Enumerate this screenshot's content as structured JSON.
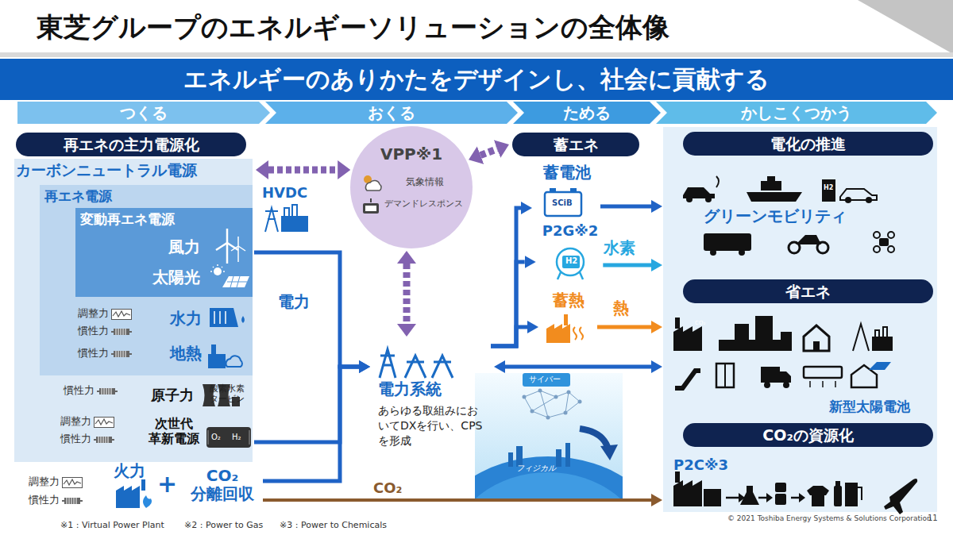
{
  "diagram": {
    "title": "東芝グループのエネルギーソリューションの全体像",
    "nodes": [
      {
        "text": [
          "エネルギーのありかたをデザインし、社会に貢献する"
        ]
      },
      {
        "text": [
          "つくる"
        ]
      },
      {
        "text": [
          "おくる"
        ]
      },
      {
        "text": [
          "ためる"
        ]
      },
      {
        "text": [
          "かしこくつかう"
        ]
      },
      {
        "text": [
          "再エネの主力電源化"
        ]
      },
      {
        "text": [
          "カーボンニュートラル電源"
        ]
      },
      {
        "text": [
          "再エネ電源"
        ],
        "in": 6
      },
      {
        "text": [
          "変動再エネ電源"
        ],
        "in": 7
      },
      {
        "text": [
          "風力"
        ],
        "in": 8
      },
      {
        "text": [
          "太陽光"
        ],
        "in": 8
      },
      {
        "text": [
          "水力"
        ],
        "in": 7
      },
      {
        "text": [
          "地熱"
        ],
        "in": 7
      },
      {
        "text": [
          "原子力"
        ],
        "in": 6
      },
      {
        "text": [
          "次世代 革新電源"
        ],
        "in": 6
      },
      {
        "text": [
          "火力"
        ]
      },
      {
        "text": [
          "CO₂ 分離回収"
        ]
      },
      {
        "text": [
          "VPP※1",
          "気象情報",
          "デマンドレスポンス"
        ]
      },
      {
        "text": [
          "電力系統",
          "あらゆる取組みにおいてDXを行い、CPSを形成"
        ]
      },
      {
        "text": [
          "蓄エネ"
        ]
      },
      {
        "text": [
          "蓄電池"
        ]
      },
      {
        "text": [
          "P2G※2"
        ]
      },
      {
        "text": [
          "蓄熱"
        ]
      },
      {
        "text": [
          "電化の推進"
        ]
      },
      {
        "text": [
          "省エネ"
        ]
      },
      {
        "text": [
          "CO₂の資源化"
        ]
      }
    ],
    "edges": [
      {
        "from": 6,
        "to": 17,
        "arrow": "both"
      },
      {
        "from": 17,
        "to": 19,
        "arrow": "both"
      },
      {
        "from": 17,
        "to": 18,
        "arrow": "both"
      },
      {
        "from": 7,
        "to": 18,
        "arrow": "to",
        "label": "電力"
      },
      {
        "from": 14,
        "to": 18,
        "arrow": "to"
      },
      {
        "from": 16,
        "to": 18,
        "arrow": "to"
      },
      {
        "from": 16,
        "to": 25,
        "arrow": "to",
        "label": "CO₂"
      },
      {
        "from": 18,
        "to": 20,
        "arrow": "to"
      },
      {
        "from": 18,
        "to": 21,
        "arrow": "to"
      },
      {
        "from": 18,
        "to": 22,
        "arrow": "to"
      },
      {
        "from": 20,
        "to": 23,
        "arrow": "to"
      },
      {
        "from": 21,
        "to": 23,
        "arrow": "to",
        "label": "水素"
      },
      {
        "from": 22,
        "to": 24,
        "arrow": "to",
        "label": "熱"
      },
      {
        "from": 18,
        "to": 24,
        "arrow": "both"
      }
    ],
    "labels": [
      "調整力",
      "慣性力",
      "慣性力",
      "慣性力",
      "調整力",
      "慣性力",
      "酸素水素 タービン",
      "O₂",
      "H₂",
      "調整力",
      "慣性力",
      "+",
      "HVDC",
      "サイバー",
      "フィジカル",
      "SCiB",
      "H2",
      "グリーンモビリティ",
      "H2",
      "CO₂",
      "新型太陽電池",
      "P2C※3",
      "※1 : Virtual Power Plant",
      "※2 : Power to Gas",
      "※3 : Power to Chemicals",
      "© 2021 Toshiba Energy Systems & Solutions Corporation",
      "11"
    ]
  }
}
